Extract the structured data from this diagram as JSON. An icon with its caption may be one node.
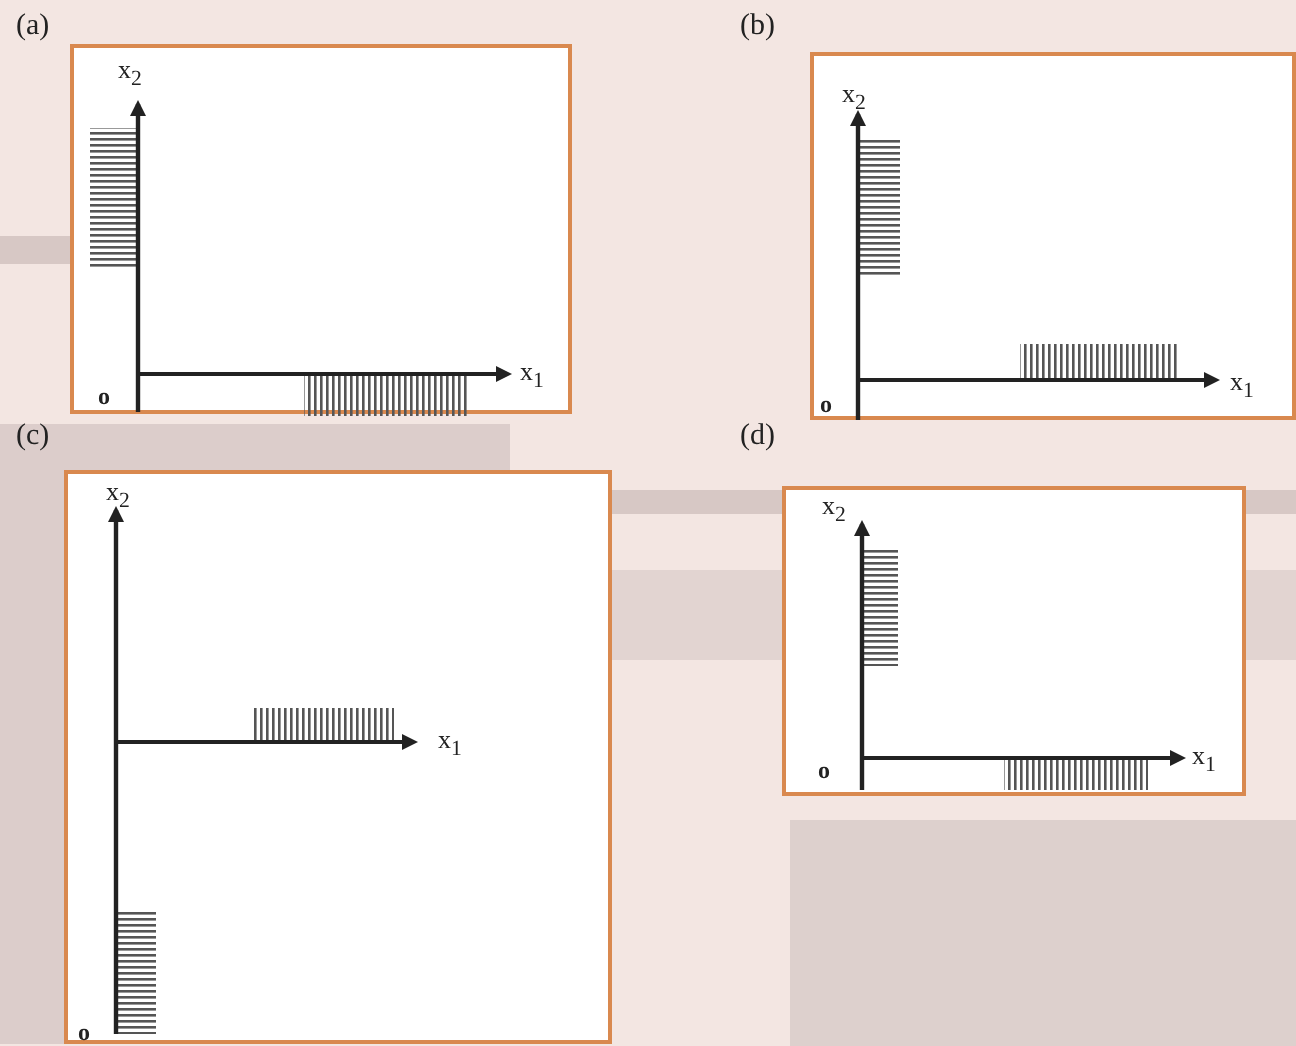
{
  "diagram": {
    "nodes": [
      {
        "text": [
          "(a)",
          "x$_{2}$",
          "x$_{1}$",
          "o"
        ]
      },
      {
        "text": [
          "(b)",
          "x$_{2}$",
          "x$_{1}$",
          "o"
        ]
      },
      {
        "text": [
          "(c)",
          "x$_{2}$",
          "x$_{1}$",
          "o"
        ]
      },
      {
        "text": [
          "(d)",
          "x$_{2}$",
          "x$_{1}$",
          "o"
        ]
      }
    ]
  }
}
